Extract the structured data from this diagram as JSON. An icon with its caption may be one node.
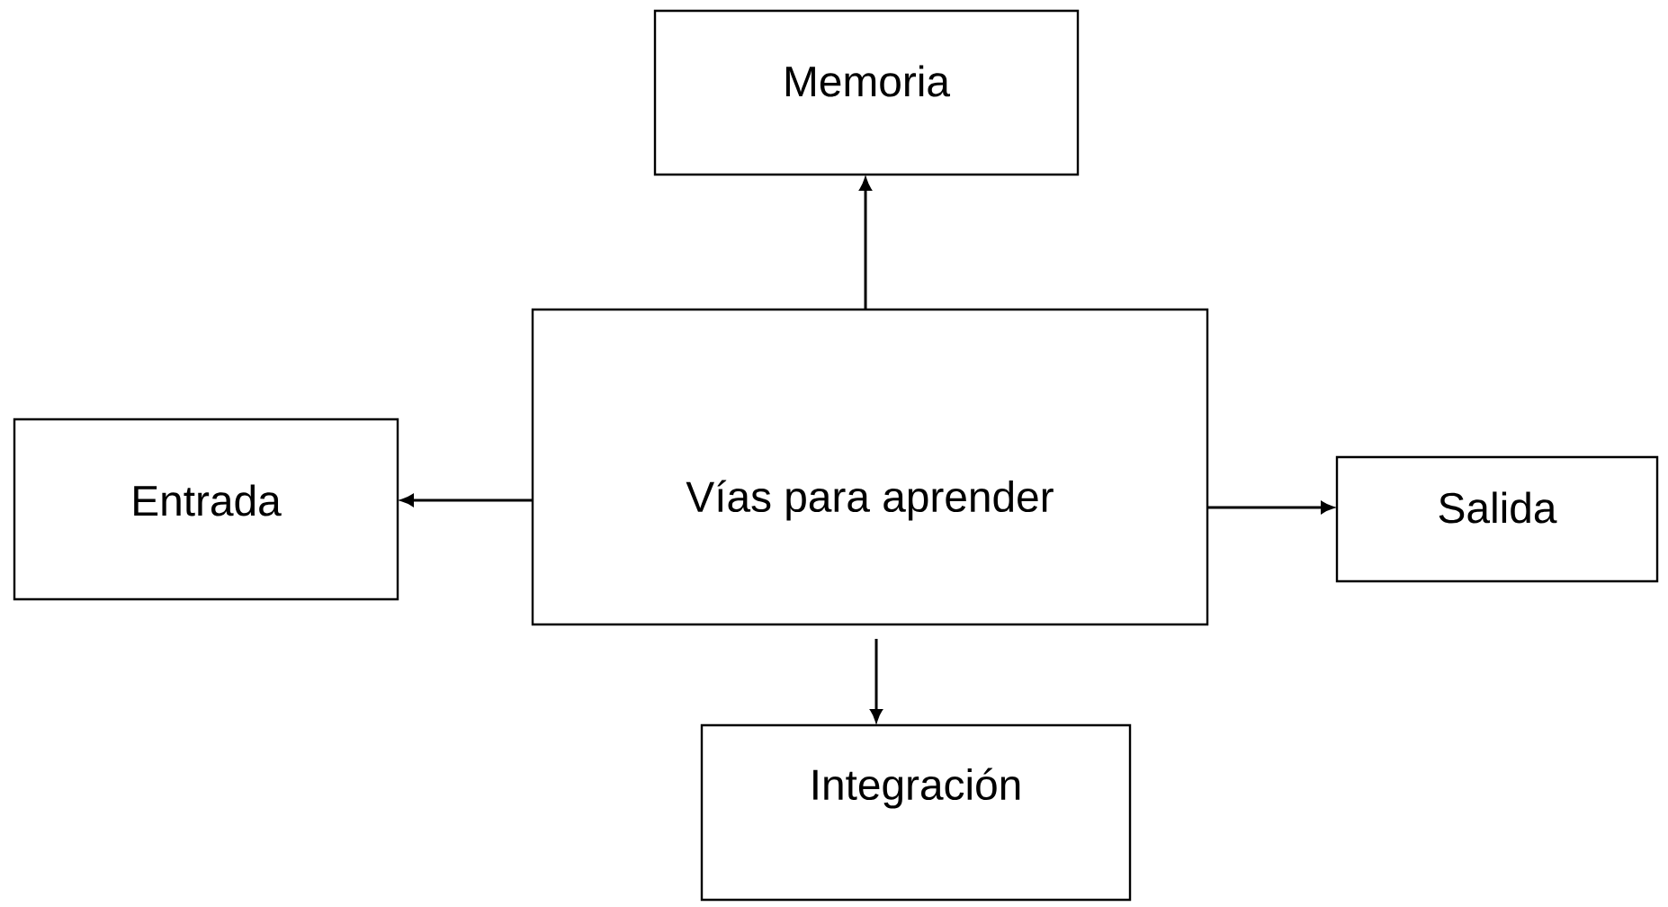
{
  "diagram": {
    "nodes": [
      {
        "text": [
          "Memoria"
        ]
      },
      {
        "text": [
          "Vías para aprender"
        ]
      },
      {
        "text": [
          "Entrada"
        ]
      },
      {
        "text": [
          "Salida"
        ]
      },
      {
        "text": [
          "Integración"
        ]
      }
    ],
    "edges": [
      {
        "from": 1,
        "to": 0,
        "arrow": "to"
      },
      {
        "from": 1,
        "to": 2,
        "arrow": "to"
      },
      {
        "from": 1,
        "to": 3,
        "arrow": "to"
      },
      {
        "from": 1,
        "to": 4,
        "arrow": "to"
      }
    ]
  }
}
